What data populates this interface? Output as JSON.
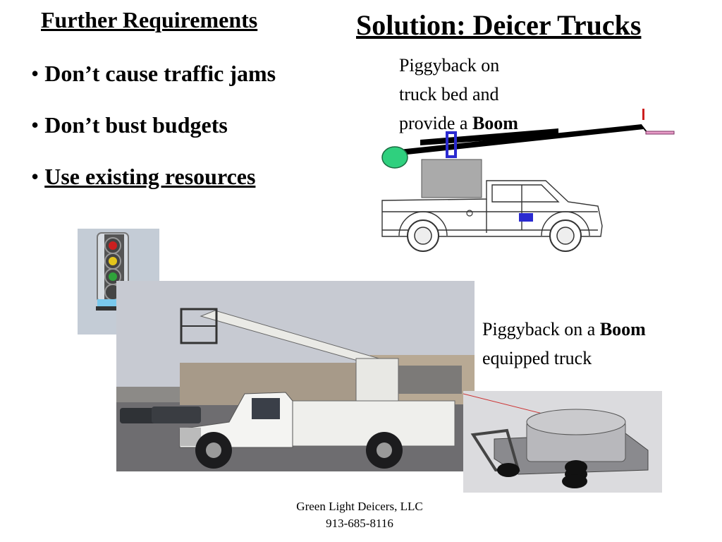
{
  "left_heading": "Further Requirements",
  "right_heading": "Solution: Deicer Trucks",
  "bullets": [
    {
      "marker": "•",
      "text": "Don’t cause traffic jams"
    },
    {
      "marker": "•",
      "text": "Don’t bust budgets"
    },
    {
      "marker": "•",
      "text": "Use existing resources"
    }
  ],
  "caption_top": {
    "line1": "Piggyback on",
    "line2": "truck bed and",
    "line3_prefix": "provide a ",
    "line3_bold": "Boom"
  },
  "caption_bottom": {
    "line1_prefix": "Piggyback on a ",
    "line1_bold": "Boom",
    "line2": "equipped truck"
  },
  "footer": {
    "company": "Green Light Deicers, LLC",
    "phone": "913-685-8116"
  },
  "colors": {
    "signal_red": "#cc1f1f",
    "signal_yellow": "#e3c51c",
    "signal_green": "#2fa33a",
    "boom_end_pink": "#e89cc8",
    "mount_blue": "#2a2ad0",
    "ball_green": "#2fd07e"
  }
}
